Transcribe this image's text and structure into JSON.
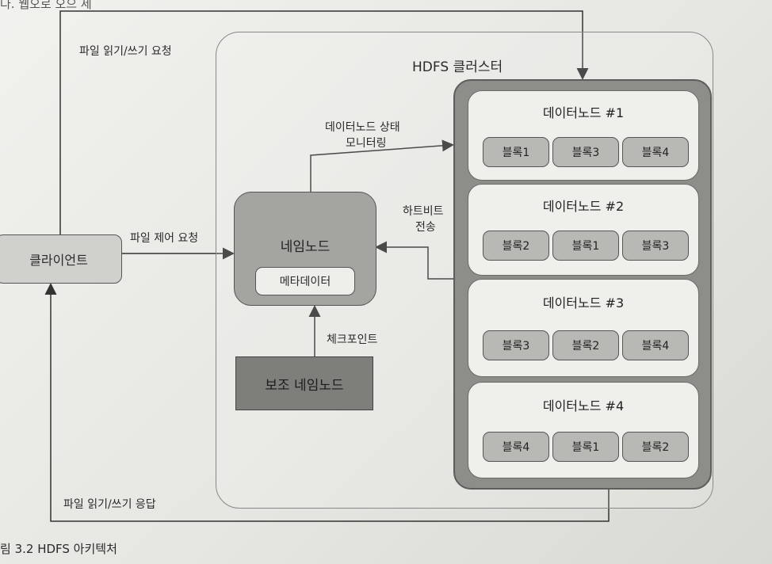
{
  "top_text": "다. 웹오로 오으 세",
  "cluster": {
    "title": "HDFS 클러스터"
  },
  "client": {
    "label": "클라이언트"
  },
  "namenode": {
    "label": "네임노드",
    "metadata": "메타데이터"
  },
  "secondary_namenode": {
    "label": "보조 네임노드"
  },
  "arrows": {
    "read_write_request": "파일 읽기/쓰기 요청",
    "control_request": "파일 제어 요청",
    "monitoring_line1": "데이터노드 상태",
    "monitoring_line2": "모니터링",
    "heartbeat_line1": "하트비트",
    "heartbeat_line2": "전송",
    "checkpoint": "체크포인트",
    "read_write_response": "파일 읽기/쓰기 응답"
  },
  "datanodes": [
    {
      "title": "데이터노드 #1",
      "blocks": [
        "블록1",
        "블록3",
        "블록4"
      ]
    },
    {
      "title": "데이터노드 #2",
      "blocks": [
        "블록2",
        "블록1",
        "블록3"
      ]
    },
    {
      "title": "데이터노드 #3",
      "blocks": [
        "블록3",
        "블록2",
        "블록4"
      ]
    },
    {
      "title": "데이터노드 #4",
      "blocks": [
        "블록4",
        "블록1",
        "블록2"
      ]
    }
  ],
  "caption": "림 3.2 HDFS 아키텍처"
}
